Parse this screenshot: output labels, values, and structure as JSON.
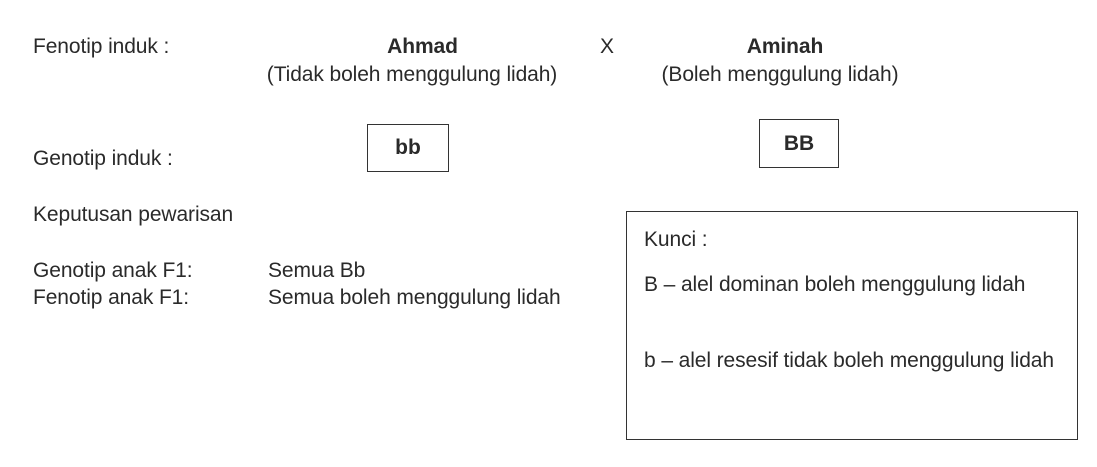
{
  "parents": {
    "phenotype_label": "Fenotip induk  :",
    "cross_symbol": "X",
    "father": {
      "name": "Ahmad",
      "phenotype": "(Tidak boleh menggulung lidah)",
      "genotype": "bb"
    },
    "mother": {
      "name": "Aminah",
      "phenotype": "(Boleh  menggulung lidah)",
      "genotype": "BB"
    },
    "genotype_label": "Genotip induk :"
  },
  "result": {
    "heading": "Keputusan pewarisan",
    "f1_genotype_label": "Genotip anak F1:",
    "f1_genotype_value": "Semua Bb",
    "f1_phenotype_label": "Fenotip anak F1:",
    "f1_phenotype_value": "Semua boleh menggulung lidah"
  },
  "key": {
    "title": "Kunci :",
    "dominant": "B – alel dominan boleh menggulung lidah",
    "recessive": "b – alel resesif tidak boleh menggulung lidah"
  }
}
